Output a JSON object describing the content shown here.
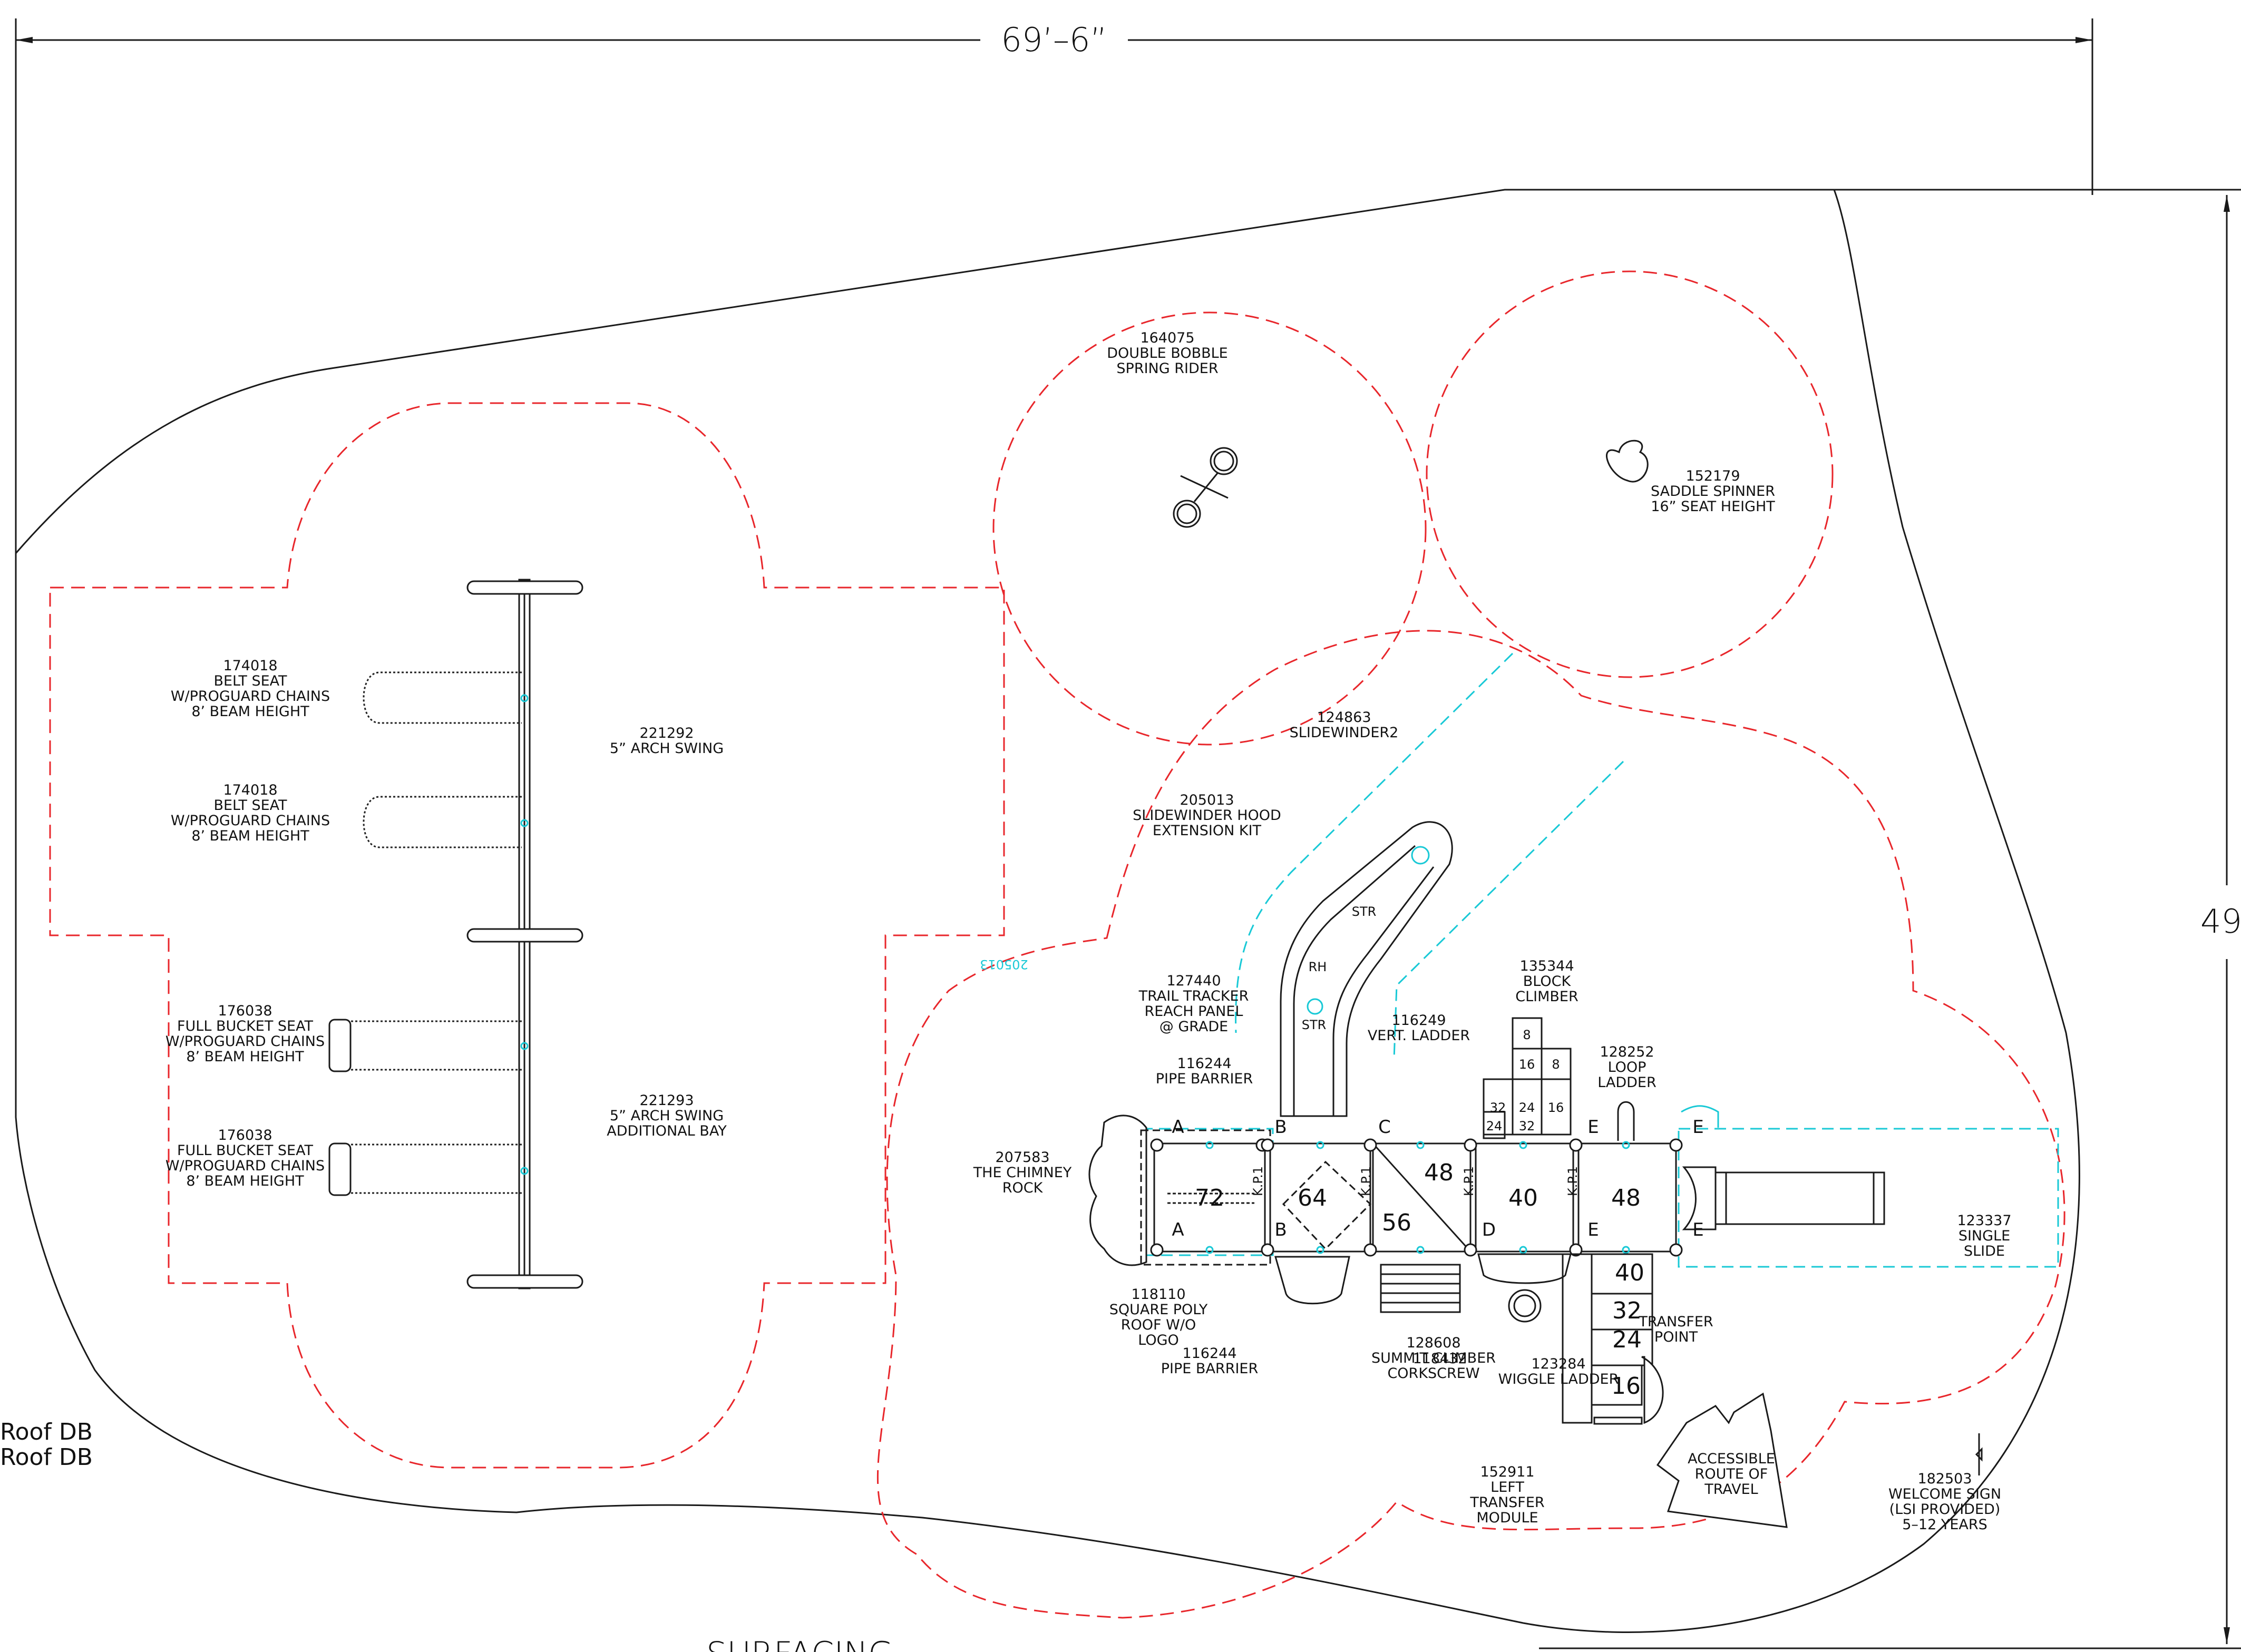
{
  "dimensions": {
    "width_label": "69’–6”",
    "height_label": "49"
  },
  "edge_text": {
    "roof_line_1": "Roof DB",
    "roof_line_2": "Roof DB",
    "surfacing": "SURFACING"
  },
  "components": {
    "spring_rider": "164075\nDOUBLE BOBBLE\nSPRING RIDER",
    "saddle_spinner": "152179\nSADDLE SPINNER\n16” SEAT HEIGHT",
    "slidewinder2": "124863\nSLIDEWINDER2",
    "hood_extension": "205013\nSLIDEWINDER HOOD\nEXTENSION KIT",
    "belt_seat_1": "174018\nBELT SEAT\nW/PROGUARD CHAINS\n8’ BEAM HEIGHT",
    "belt_seat_2": "174018\nBELT SEAT\nW/PROGUARD CHAINS\n8’ BEAM HEIGHT",
    "arch_swing": "221292\n5” ARCH SWING",
    "bucket_seat_1": "176038\nFULL BUCKET SEAT\nW/PROGUARD CHAINS\n8’ BEAM HEIGHT",
    "bucket_seat_2": "176038\nFULL BUCKET SEAT\nW/PROGUARD CHAINS\n8’ BEAM HEIGHT",
    "arch_swing_bay": "221293\n5” ARCH SWING\nADDITIONAL BAY",
    "trail_tracker": "127440\nTRAIL TRACKER\nREACH PANEL\n@ GRADE",
    "pipe_barrier_1": "116244\nPIPE BARRIER",
    "vert_ladder": "116249\nVERT. LADDER",
    "block_climber": "135344\nBLOCK\nCLIMBER",
    "loop_ladder": "128252\nLOOP\nLADDER",
    "chimney_rock": "207583\nTHE CHIMNEY\nROCK",
    "single_slide": "123337\nSINGLE\nSLIDE",
    "poly_roof": "118110\nSQUARE POLY\nROOF W/O\nLOGO",
    "pipe_barrier_2": "116244\nPIPE BARRIER",
    "summit_climber": "128608\nSUMMIT CLIMBER\nCORKSCREW",
    "climber_overlap": "118432",
    "wiggle_ladder": "123284\nWIGGLE LADDER",
    "transfer_point": "TRANSFER\nPOINT",
    "transfer_module": "152911\nLEFT\nTRANSFER\nMODULE",
    "accessible_route": "ACCESSIBLE\nROUTE OF\nTRAVEL",
    "welcome_sign": "182503\nWELCOME SIGN\n(LSI PROVIDED)\n5–12 YEARS",
    "mirrored_code": "205013"
  },
  "deck_heights": {
    "d72": "72",
    "d64": "64",
    "d48a": "48",
    "d56": "56",
    "d40": "40",
    "d48b": "48",
    "t40": "40",
    "t32": "32",
    "t24": "24",
    "t16": "16",
    "b8a": "8",
    "b16a": "16",
    "b8b": "8",
    "b32": "32",
    "b24": "24",
    "b16b": "16",
    "b24s": "24",
    "b32s": "32"
  },
  "deck_letters": {
    "a1": "A",
    "a2": "A",
    "b1": "B",
    "b2": "B",
    "c1": "C",
    "d1": "D",
    "e1": "E",
    "e2": "E",
    "e3": "E",
    "e4": "E"
  },
  "slide_tags": {
    "str1": "STR",
    "rh": "RH",
    "str2": "STR"
  },
  "kpi_tags": {
    "k1": "K.P.1",
    "k2": "K.P.1",
    "k3": "K.P.1",
    "k4": "K.P.1"
  },
  "colors": {
    "use_zone": "#e8262b",
    "accessible": "#19c9d6",
    "ink": "#1a1a1a"
  }
}
